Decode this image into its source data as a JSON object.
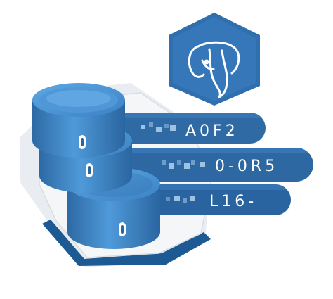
{
  "illustration": {
    "logo_icon": "postgresql-elephant-icon",
    "database_icon": "database-stack-icon",
    "bars": [
      {
        "text": "A0F2"
      },
      {
        "text": "0-0R5"
      },
      {
        "text": "L16-"
      }
    ]
  },
  "colors": {
    "primary_blue": "#336791",
    "dark_blue": "#1f4e79",
    "bright_blue": "#3a78b5",
    "light_gray": "#e8ebef",
    "white": "#ffffff"
  }
}
